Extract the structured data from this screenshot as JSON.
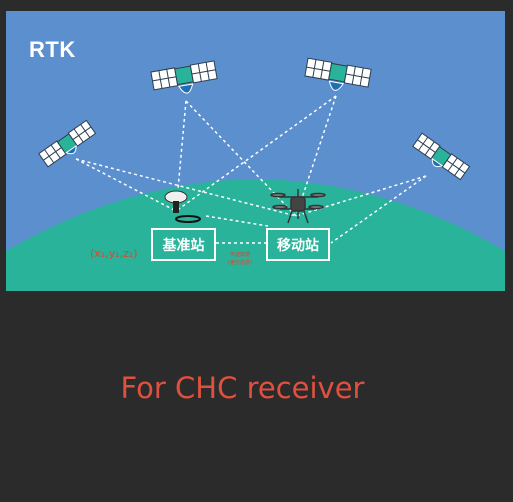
{
  "slide": {
    "title": "RTK",
    "base_station_label": "基准站",
    "mobile_station_label": "移动站",
    "coords_label": "(x₁,y₁,z₁)",
    "small_note_1": "传送数据",
    "small_note_2": "(差分信息)",
    "icons": [
      "satellite-icon",
      "satellite-icon",
      "satellite-icon",
      "satellite-icon",
      "base-antenna-icon",
      "drone-icon"
    ]
  },
  "caption": "For CHC receiver",
  "colors": {
    "page_background": "#2b2b2b",
    "sky": "#5b8fcd",
    "ground": "#29b39a",
    "caption": "#e0503e",
    "coords": "#e0432f"
  }
}
